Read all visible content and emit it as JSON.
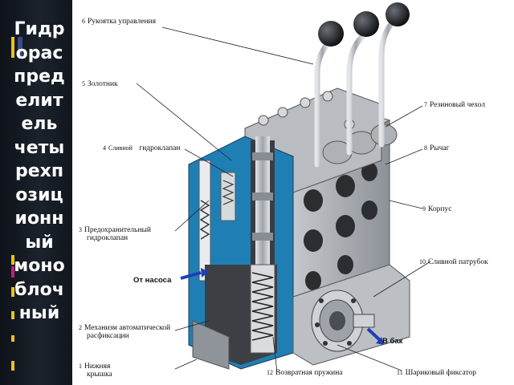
{
  "title": {
    "lines": [
      "Гидр",
      "орас",
      "пред",
      "елит",
      "ель",
      "четы",
      "рехп",
      "озиц",
      "ионн",
      "ый",
      "моно",
      "блоч",
      "ный"
    ]
  },
  "labels": {
    "l6": {
      "num": "6",
      "text": "Рукоятка управления"
    },
    "l5": {
      "num": "5",
      "text": "Золотник"
    },
    "l4": {
      "num": "4",
      "pre": "Сливной",
      "text": "гидроклапан"
    },
    "l3": {
      "num": "3",
      "text1": "Предохранительный",
      "text2": "гидроклапан"
    },
    "l7": {
      "num": "7",
      "text": "Резиновый чехол"
    },
    "l8": {
      "num": "8",
      "text": "Рычаг"
    },
    "l9": {
      "num": "9",
      "text": "Корпус"
    },
    "l10": {
      "num": "10",
      "text": "Сливной патрубок"
    },
    "l2": {
      "num": "2",
      "text1": "Механизм автоматической",
      "text2": "расфиксации"
    },
    "l1": {
      "num": "1",
      "text1": "Нижняя",
      "text2": "крышка"
    },
    "l12": {
      "num": "12",
      "text": "Возвратная пружина"
    },
    "l11": {
      "num": "11",
      "text": "Шариковый фиксатор"
    },
    "pump": "От насоса",
    "tank": "В бак"
  },
  "colors": {
    "panel": "#161c24",
    "body_gray": "#a9adb3",
    "section_blue": "#1f7fb5",
    "dark_gray": "#3c3f44",
    "arrow_blue": "#1d3fb8"
  }
}
